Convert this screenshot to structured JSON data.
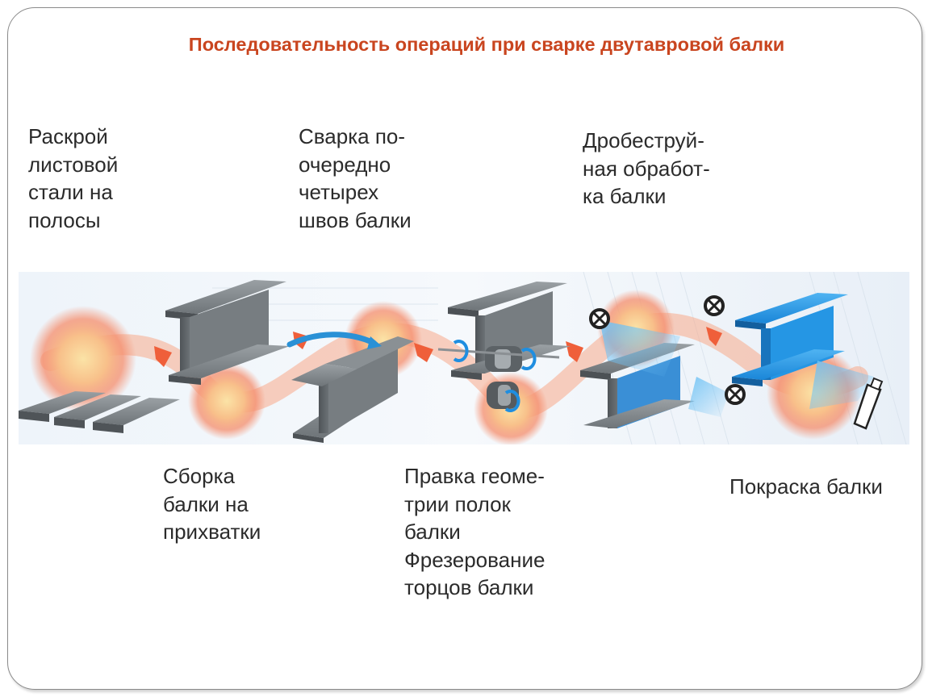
{
  "title": "Последовательность операций при сварке двутавровой балки",
  "steps": [
    {
      "lines": [
        "Раскрой",
        "листовой",
        "стали на",
        "полосы"
      ]
    },
    {
      "lines": [
        "Сварка по-",
        "очередно",
        "четырех",
        "швов балки"
      ]
    },
    {
      "lines": [
        "Дробеструй-",
        "ная обработ-",
        "ка балки"
      ]
    },
    {
      "lines": [
        "Сборка",
        "балки на",
        "прихватки"
      ]
    },
    {
      "lines": [
        "Правка геоме-",
        "трии полок",
        "балки",
        "Фрезерование",
        "торцов балки"
      ]
    },
    {
      "lines": [
        "Покраска балки"
      ]
    }
  ],
  "colors": {
    "title": "#c9451f",
    "band": "#eaf1f8",
    "steel": "#5e6366",
    "steel_light": "#8e9498",
    "paint_blue": "#1f8ee0",
    "arrow_orange": "#ef5f3a",
    "glow": "#f7b27a"
  },
  "icons": [
    "nozzle-icon",
    "spray-can-icon",
    "roller-icon"
  ]
}
